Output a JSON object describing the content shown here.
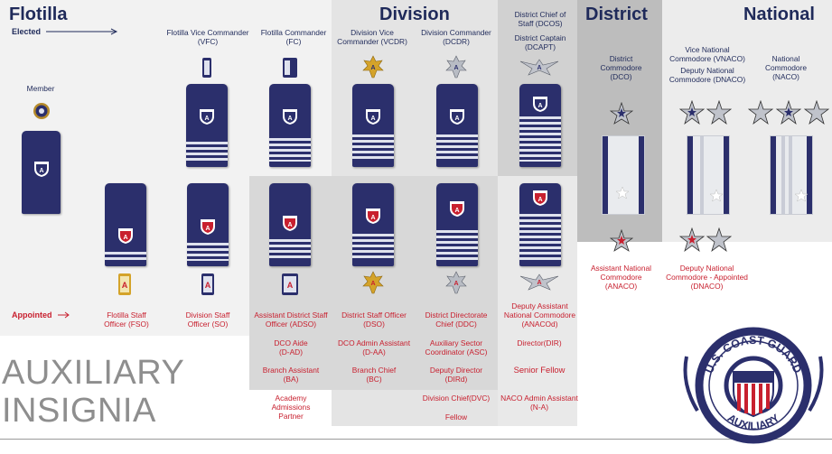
{
  "headers": {
    "flotilla": "Flotilla",
    "division": "Division",
    "district": "District",
    "national": "National"
  },
  "legend": {
    "elected": "Elected",
    "appointed": "Appointed"
  },
  "elected": {
    "member": "Member",
    "vfc": "Flotilla Vice Commander\n(VFC)",
    "fc": "Flotilla Commander\n(FC)",
    "vcdr": "Division Vice\nCommander (VCDR)",
    "dcdr": "Division Commander\n(DCDR)",
    "dcos": "District Chief of\nStaff (DCOS)",
    "dcapt": "District Captain\n(DCAPT)",
    "dco": "District\nCommodore\n(DCO)",
    "vnaco": "Vice National\nCommodore (VNACO)",
    "dnaco": "Deputy National\nCommodore (DNACO)",
    "naco": "National\nCommodore\n(NACO)"
  },
  "appointed": {
    "fso": "Flotilla Staff\nOfficer (FSO)",
    "so": "Division Staff\nOfficer (SO)",
    "adso": "Assistant District Staff\nOfficer (ADSO)",
    "dso": "District Staff Officer\n(DSO)",
    "ddc": "District Directorate\nChief (DDC)",
    "anacod": "Deputy Assistant\nNational Commodore\n(ANACOd)",
    "anaco": "Assistant National\nCommodore\n(ANACO)",
    "dnaco_appt": "Deputy National\nCommodore - Appointed\n(DNACO)",
    "dco_aide": "DCO Aide\n(D-AD)",
    "dco_admin": "DCO Admin Assistant\n(D-AA)",
    "asc": "Auxiliary Sector\nCoordinator (ASC)",
    "dir": "Director(DIR)",
    "ba": "Branch Assistant\n(BA)",
    "bc": "Branch Chief\n(BC)",
    "dird": "Deputy Director\n(DIRd)",
    "senior_fellow": "Senior Fellow",
    "academy": "Academy\nAdmissions\nPartner",
    "dvc": "Division Chief(DVC)",
    "naa": "NACO Admin Assistant\n(N-A)",
    "fellow": "Fellow"
  },
  "title": {
    "line1": "AUXILIARY",
    "line2": "INSIGNIA"
  },
  "seal": {
    "top": "U.S. COAST GUARD",
    "bottom": "AUXILIARY"
  },
  "colors": {
    "navy": "#2b2f6c",
    "red": "#c8202f",
    "silver": "#dfe2ee"
  }
}
